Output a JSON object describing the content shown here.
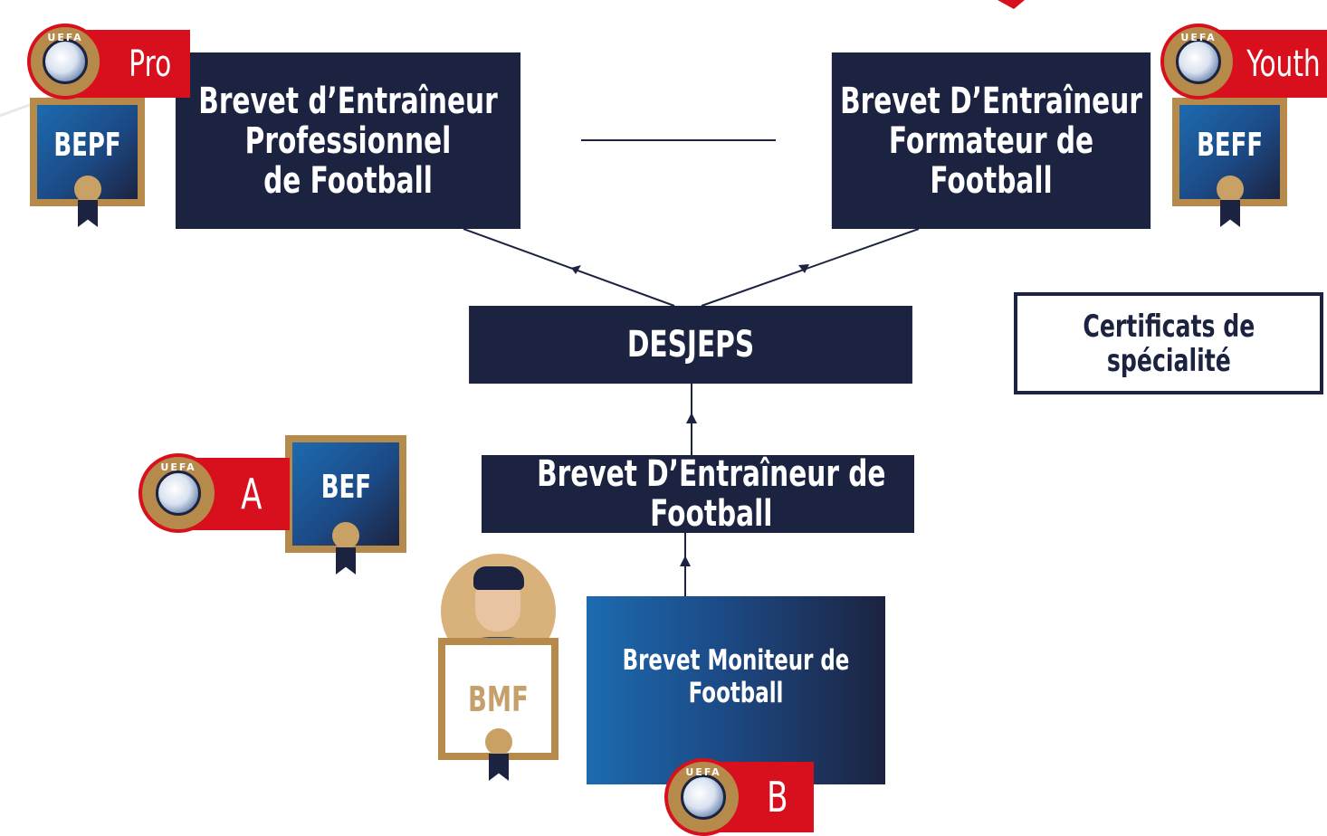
{
  "boxes": {
    "bepf": [
      "Brevet d’Entraîneur",
      "Professionnel",
      "de Football"
    ],
    "beff": [
      "Brevet D’Entraîneur",
      "Formateur de Football"
    ],
    "desjeps": "DESJEPS",
    "bef": "Brevet D’Entraîneur de Football",
    "bmf": "Brevet Moniteur de Football",
    "certificats": [
      "Certificats de",
      "spécialité"
    ]
  },
  "badges": {
    "bepf": "BEPF",
    "beff": "BEFF",
    "bef": "BEF",
    "bmf": "BMF"
  },
  "uefa_tags": {
    "pro": "Pro",
    "youth": "Youth",
    "a": "A",
    "b": "B"
  },
  "uefa_logo_text": "UEFA",
  "colors": {
    "navy": "#1c2340",
    "red": "#d8101e",
    "gold": "#b58a4a",
    "blue": "#1c6bb0"
  }
}
